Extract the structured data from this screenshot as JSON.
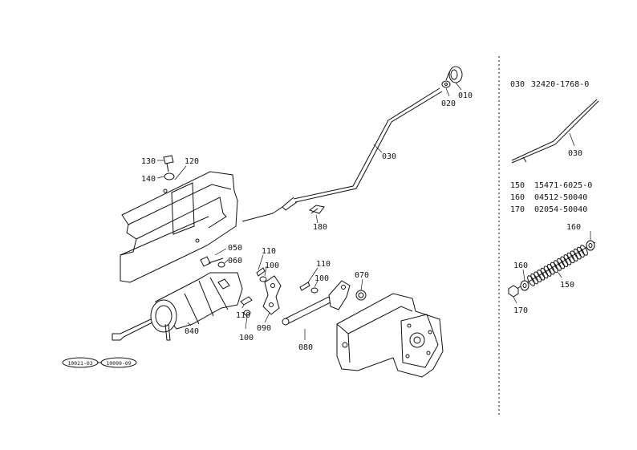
{
  "main_callouts": [
    {
      "id": "010",
      "label": "010"
    },
    {
      "id": "020",
      "label": "020"
    },
    {
      "id": "030",
      "label": "030"
    },
    {
      "id": "120",
      "label": "120"
    },
    {
      "id": "130",
      "label": "130"
    },
    {
      "id": "140",
      "label": "140"
    },
    {
      "id": "180",
      "label": "180"
    },
    {
      "id": "050",
      "label": "050"
    },
    {
      "id": "060",
      "label": "060"
    },
    {
      "id": "110a",
      "label": "110"
    },
    {
      "id": "100a",
      "label": "100"
    },
    {
      "id": "110b",
      "label": "110"
    },
    {
      "id": "100b",
      "label": "100"
    },
    {
      "id": "070",
      "label": "070"
    },
    {
      "id": "110c",
      "label": "110"
    },
    {
      "id": "100c",
      "label": "100"
    },
    {
      "id": "090",
      "label": "090"
    },
    {
      "id": "040",
      "label": "040"
    },
    {
      "id": "080",
      "label": "080"
    }
  ],
  "serial_tags": [
    "10021-03",
    "10099-09"
  ],
  "side_panel": {
    "top_part": {
      "ref": "030",
      "number": "32420-1768-0",
      "label": "030"
    },
    "parts_list": [
      {
        "ref": "150",
        "number": "15471-6025-0"
      },
      {
        "ref": "160",
        "number": "04512-50040"
      },
      {
        "ref": "170",
        "number": "02054-50040"
      }
    ],
    "spring_labels": {
      "top": "160",
      "left": "160",
      "spring": "150",
      "bottom": "170"
    }
  }
}
